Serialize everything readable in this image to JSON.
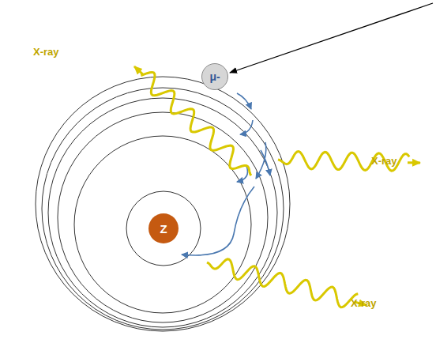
{
  "diagram": {
    "nodes": [
      {
        "text": [
          "μ-"
        ]
      },
      {
        "text": [
          "Z"
        ]
      }
    ],
    "labels": [
      "X-ray",
      "X-ray",
      "X-ray"
    ]
  }
}
